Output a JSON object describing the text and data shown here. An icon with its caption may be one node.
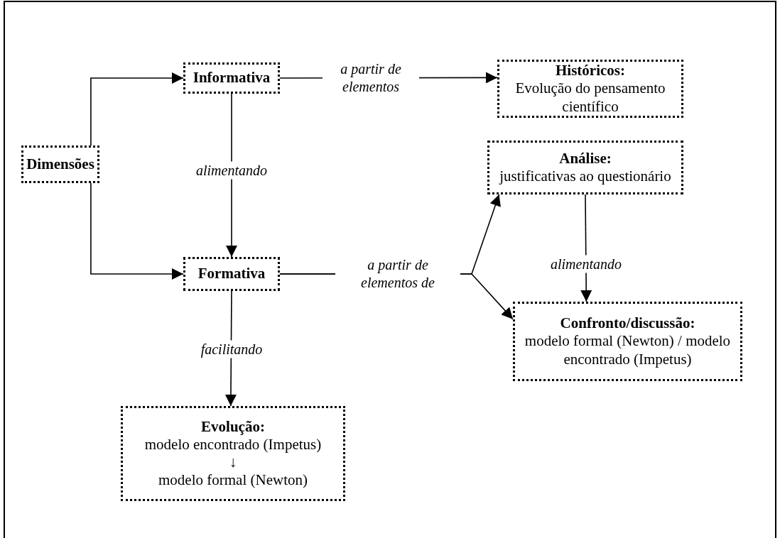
{
  "diagram": {
    "nodes": [
      {
        "text": [
          "Dimensões"
        ]
      },
      {
        "text": [
          "Informativa"
        ]
      },
      {
        "text": [
          "Históricos:",
          "Evolução do pensamento científico"
        ]
      },
      {
        "text": [
          "Análise:",
          "justificativas ao questionário"
        ]
      },
      {
        "text": [
          "Formativa"
        ]
      },
      {
        "text": [
          "Confronto/discussão:",
          "modelo formal (Newton) / modelo encontrado (Impetus)"
        ]
      },
      {
        "text": [
          "Evolução:",
          "modelo encontrado (Impetus)",
          "↓",
          "modelo formal (Newton)"
        ]
      }
    ],
    "edges": [
      {
        "from": 0,
        "to": 1,
        "arrow": "to"
      },
      {
        "from": 0,
        "to": 4,
        "arrow": "to"
      },
      {
        "from": 1,
        "to": 2,
        "arrow": "to",
        "label": "a partir de elementos"
      },
      {
        "from": 1,
        "to": 4,
        "arrow": "to",
        "label": "alimentando"
      },
      {
        "from": 4,
        "to": 3,
        "arrow": "to",
        "label": "a partir de elementos de"
      },
      {
        "from": 4,
        "to": 5,
        "arrow": "to"
      },
      {
        "from": 3,
        "to": 5,
        "arrow": "to",
        "label": "alimentando"
      },
      {
        "from": 4,
        "to": 6,
        "arrow": "to",
        "label": "facilitando"
      }
    ]
  }
}
